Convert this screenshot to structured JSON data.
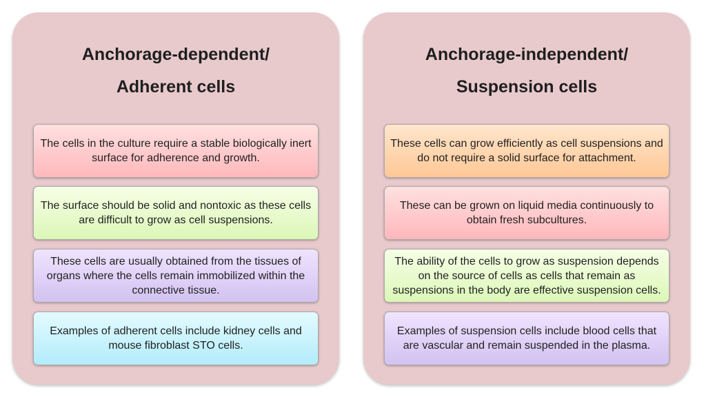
{
  "left": {
    "title_line1": "Anchorage-dependent/",
    "title_line2": "Adherent cells",
    "cards": [
      "The cells in the culture require a stable biologically inert surface for adherence and growth.",
      "The surface should be solid and nontoxic as these cells are difficult to grow as cell suspensions.",
      "These cells are usually obtained from the tissues of organs where the cells remain immobilized within the connective tissue.",
      "Examples of adherent cells include kidney cells and mouse fibroblast STO cells."
    ]
  },
  "right": {
    "title_line1": "Anchorage-independent/",
    "title_line2": "Suspension cells",
    "cards": [
      "These cells can grow efficiently as cell suspensions and do not require a solid surface for attachment.",
      "These can be grown on liquid media continuously to obtain fresh subcultures.",
      "The ability of the cells to grow as suspension depends on the source of cells as cells that remain as suspensions in the body are effective suspension cells.",
      "Examples of suspension cells include blood cells that are vascular and remain suspended in the plasma."
    ]
  },
  "colors": {
    "panel": "#e8cacc",
    "pink": "#ffc8cc",
    "green": "#e6f9cc",
    "purple": "#ddd0f5",
    "cyan": "#c8f2fc",
    "orange": "#ffd6ae"
  }
}
